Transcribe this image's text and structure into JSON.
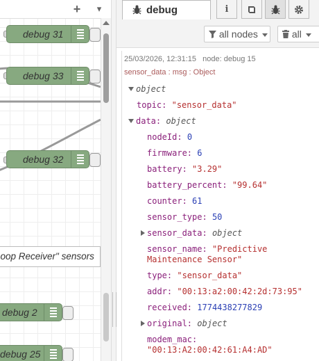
{
  "workspace": {
    "header": {
      "add_icon": "+",
      "menu_icon": "▾"
    },
    "nodes": [
      {
        "label": "debug 31"
      },
      {
        "label": "debug 33"
      },
      {
        "label": "debug 32"
      },
      {
        "label": "debug 2"
      },
      {
        "label": "debug 25"
      }
    ],
    "comment": "Loop Receiver\" sensors"
  },
  "sidebar": {
    "tab_title": "debug",
    "icons": [
      "info-icon",
      "book-icon",
      "bug-icon",
      "gear-icon"
    ],
    "filter_label": "all nodes",
    "clear_label": "all"
  },
  "message": {
    "timestamp": "25/03/2026, 12:31:15",
    "node": "node: debug 15",
    "path": "sensor_data : msg : Object",
    "root_type": "object",
    "topic_key": "topic:",
    "topic_val": "\"sensor_data\"",
    "data_key": "data:",
    "data_type": "object",
    "fields": {
      "nodeId_k": "nodeId:",
      "nodeId_v": "0",
      "firmware_k": "firmware:",
      "firmware_v": "6",
      "battery_k": "battery:",
      "battery_v": "\"3.29\"",
      "battery_percent_k": "battery_percent:",
      "battery_percent_v": "\"99.64\"",
      "counter_k": "counter:",
      "counter_v": "61",
      "sensor_type_k": "sensor_type:",
      "sensor_type_v": "50",
      "sensor_data_k": "sensor_data:",
      "sensor_data_v": "object",
      "sensor_name_k": "sensor_name:",
      "sensor_name_v1": "\"Predictive",
      "sensor_name_v2": "Maintenance Sensor\"",
      "type_k": "type:",
      "type_v": "\"sensor_data\"",
      "addr_k": "addr:",
      "addr_v": "\"00:13:a2:00:42:2d:73:95\"",
      "received_k": "received:",
      "received_v": "1774438277829",
      "original_k": "original:",
      "original_v": "object",
      "modem_mac_k": "modem_mac:",
      "modem_mac_v": "\"00:13:A2:00:42:61:A4:AD\""
    }
  }
}
